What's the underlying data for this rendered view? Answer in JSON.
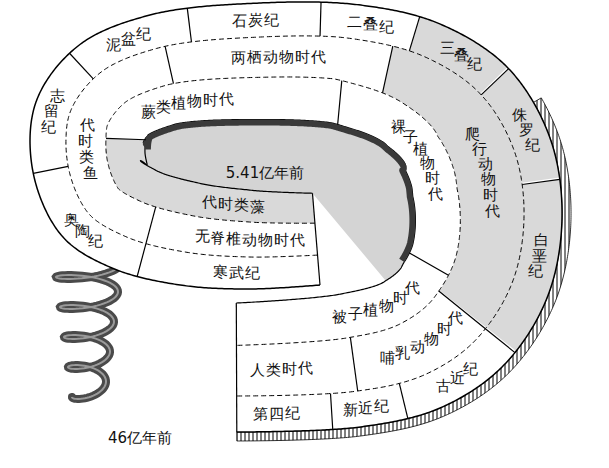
{
  "diagram": {
    "nodes": [
      {
        "text": [
          "寒武纪"
        ]
      },
      {
        "text": [
          "奥陶纪"
        ]
      },
      {
        "text": [
          "志留纪"
        ]
      },
      {
        "text": [
          "泥盆纪"
        ]
      },
      {
        "text": [
          "石炭纪"
        ]
      },
      {
        "text": [
          "二叠纪"
        ]
      },
      {
        "text": [
          "三叠纪"
        ]
      },
      {
        "text": [
          "侏罗纪"
        ]
      },
      {
        "text": [
          "白垩纪"
        ]
      },
      {
        "text": [
          "古近纪"
        ]
      },
      {
        "text": [
          "新近纪"
        ]
      },
      {
        "text": [
          "第四纪"
        ]
      },
      {
        "text": [
          "无脊椎动物时代"
        ]
      },
      {
        "text": [
          "鱼类时代"
        ]
      },
      {
        "text": [
          "两栖动物时代"
        ]
      },
      {
        "text": [
          "爬行动物时代"
        ]
      },
      {
        "text": [
          "哺乳动物时代"
        ]
      },
      {
        "text": [
          "人类时代"
        ]
      },
      {
        "text": [
          "藻类时代"
        ]
      },
      {
        "text": [
          "蕨类植物时代"
        ]
      },
      {
        "text": [
          "裸子植物时代"
        ]
      },
      {
        "text": [
          "被子植物时代"
        ]
      }
    ],
    "labels": [
      "5.41亿年前",
      "46亿年前"
    ]
  }
}
